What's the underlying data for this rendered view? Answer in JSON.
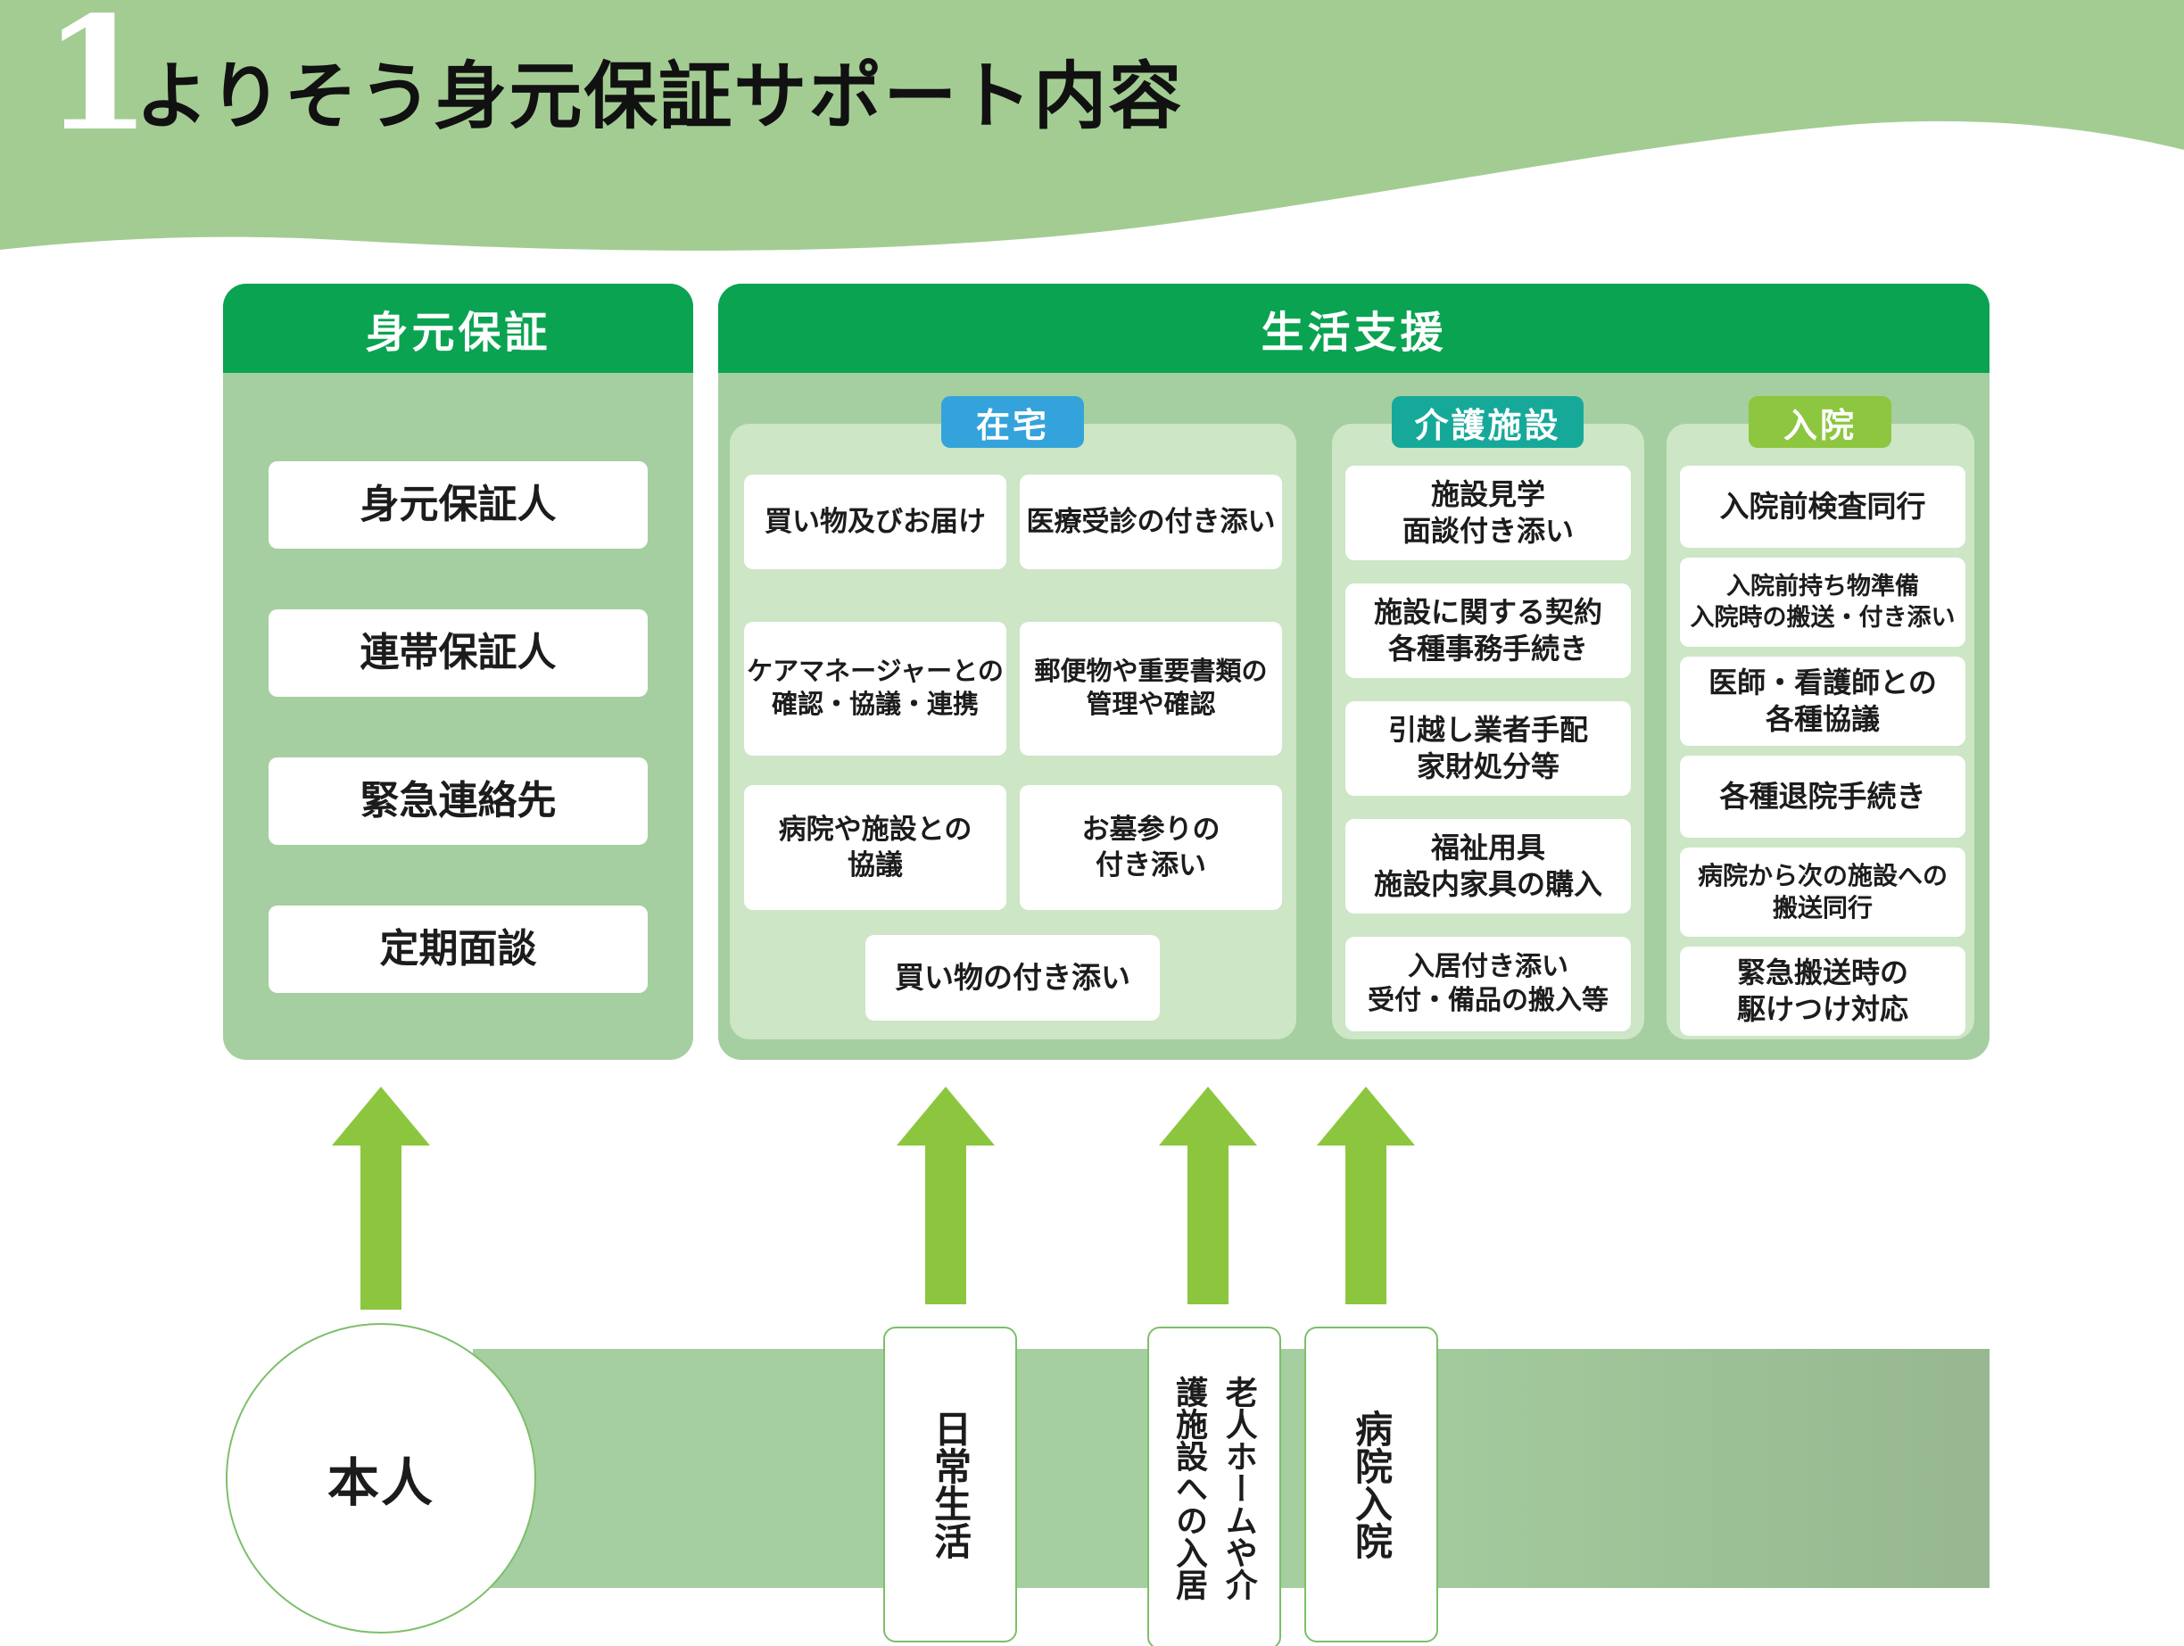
{
  "header": {
    "number": "1",
    "title": "よりそう身元保証サポート内容"
  },
  "colors": {
    "wave_green": "#a3cc93",
    "panel_green": "#a5cfa0",
    "subpanel_green": "#cde6c6",
    "header_dark_green": "#0aa351",
    "tab_blue": "#35a3db",
    "tab_teal": "#16a99a",
    "tab_lime": "#8dc63f",
    "arrow_green": "#8cc63e",
    "band_right_green": "#97b790",
    "circle_border_green": "#7cbf6a"
  },
  "identity_panel": {
    "title": "身元保証",
    "items": [
      "身元保証人",
      "連帯保証人",
      "緊急連絡先",
      "定期面談"
    ]
  },
  "life_panel": {
    "title": "生活支援",
    "zaitaku": {
      "label": "在宅",
      "boxes": [
        "買い物及びお届け",
        "医療受診の付き添い",
        "ケアマネージャーとの\n確認・協議・連携",
        "郵便物や重要書類の\n管理や確認",
        "病院や施設との\n協議",
        "お墓参りの\n付き添い",
        "買い物の付き添い"
      ]
    },
    "kaigo": {
      "label": "介護施設",
      "boxes": [
        "施設見学\n面談付き添い",
        "施設に関する契約\n各種事務手続き",
        "引越し業者手配\n家財処分等",
        "福祉用具\n施設内家具の購入",
        "入居付き添い\n受付・備品の搬入等"
      ]
    },
    "nyuin": {
      "label": "入院",
      "boxes": [
        "入院前検査同行",
        "入院前持ち物準備\n入院時の搬送・付き添い",
        "医師・看護師との\n各種協議",
        "各種退院手続き",
        "病院から次の施設への\n搬送同行",
        "緊急搬送時の\n駆けつけ対応"
      ]
    }
  },
  "bottom": {
    "person": "本人",
    "stages": [
      "日常生活",
      "老人ホームや介\n護施設への入居",
      "病院入院"
    ]
  }
}
